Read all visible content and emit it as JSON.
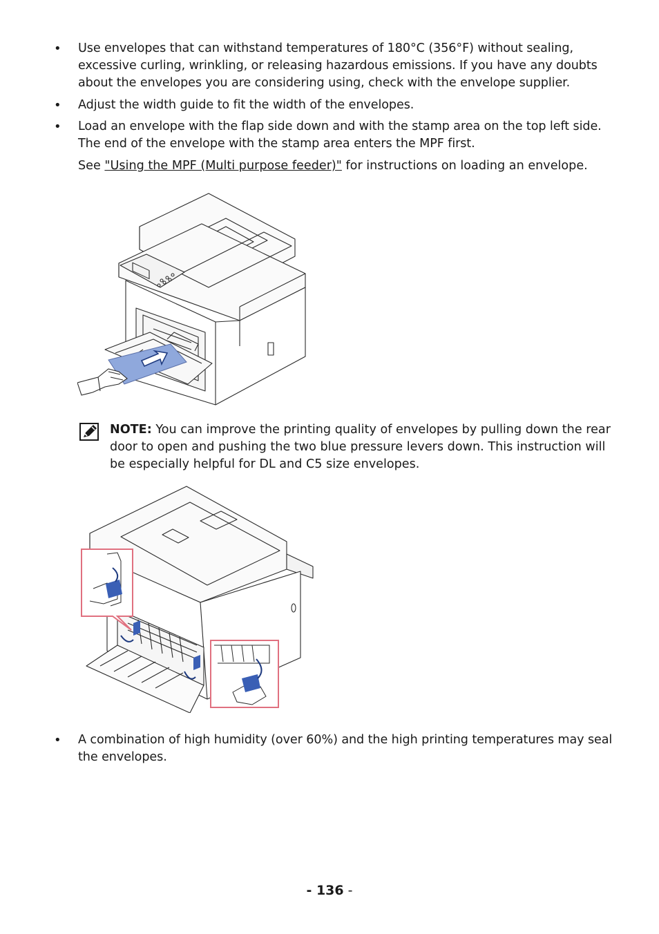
{
  "bullets": [
    "Use envelopes that can withstand temperatures of 180°C (356°F) without sealing, excessive curling, wrinkling, or releasing hazardous emissions. If you have any doubts about the envelopes you are considering using, check with the envelope supplier.",
    "Adjust the width guide to fit the width of the envelopes.",
    "Load an envelope with the flap side down and with the stamp area on the top left side. The end of the envelope with the stamp area enters the MPF first."
  ],
  "see_line": {
    "prefix": "See ",
    "link_text": "\"Using the MPF (Multi purpose feeder)\"",
    "suffix": " for instructions on loading an envelope."
  },
  "note": {
    "label": "NOTE:",
    "text": " You can improve the printing quality of envelopes by pulling down the rear door to open and pushing the two blue pressure levers down. This instruction will be especially helpful for DL and C5 size envelopes."
  },
  "final_bullet": "A combination of high humidity (over 60%) and the high printing temperatures may seal the envelopes.",
  "page_number": {
    "bold": "- 136",
    "rest": " -"
  },
  "colors": {
    "envelope_blue": "#8fa8dc",
    "lever_blue": "#3a5fb5",
    "callout_red": "#e0707f"
  }
}
